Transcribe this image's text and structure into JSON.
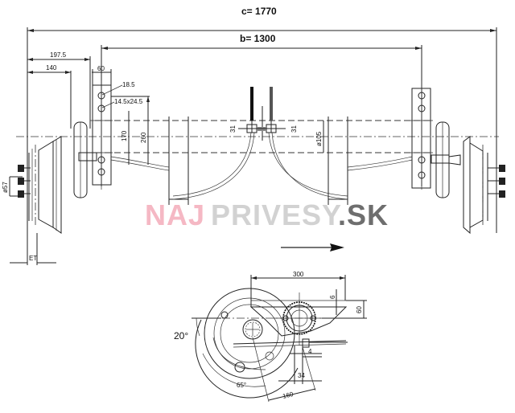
{
  "drawing": {
    "title": "Trailer axle technical drawing",
    "dimensions": {
      "overall_c": "c= 1770",
      "mount_b": "b= 1300",
      "left_197_5": "197.5",
      "left_140": "140",
      "bracket_60": "60",
      "hole_18_5": "18.5",
      "slot": "14.5x24.5",
      "height_170": "170",
      "height_260": "260",
      "tube_105": "ø105",
      "left_bolt_circle": "ø57",
      "et_label": "ET",
      "small_31_left": "31",
      "small_31_right": "31"
    },
    "side_view": {
      "width_300": "300",
      "offset_6": "6",
      "height_60": "60",
      "angle_20": "20°",
      "angle_65": "65°",
      "gap_4": "4",
      "dist_34": "34",
      "arm_160": "160"
    },
    "direction_arrow": "direction-of-travel"
  },
  "watermark": {
    "part1": "NAJ",
    "part2": "PRIVESY",
    "part3": ".SK",
    "colors": {
      "part1": "#f5b8c4",
      "part2": "#d2d2d2",
      "part3": "#6e6e6e"
    }
  }
}
